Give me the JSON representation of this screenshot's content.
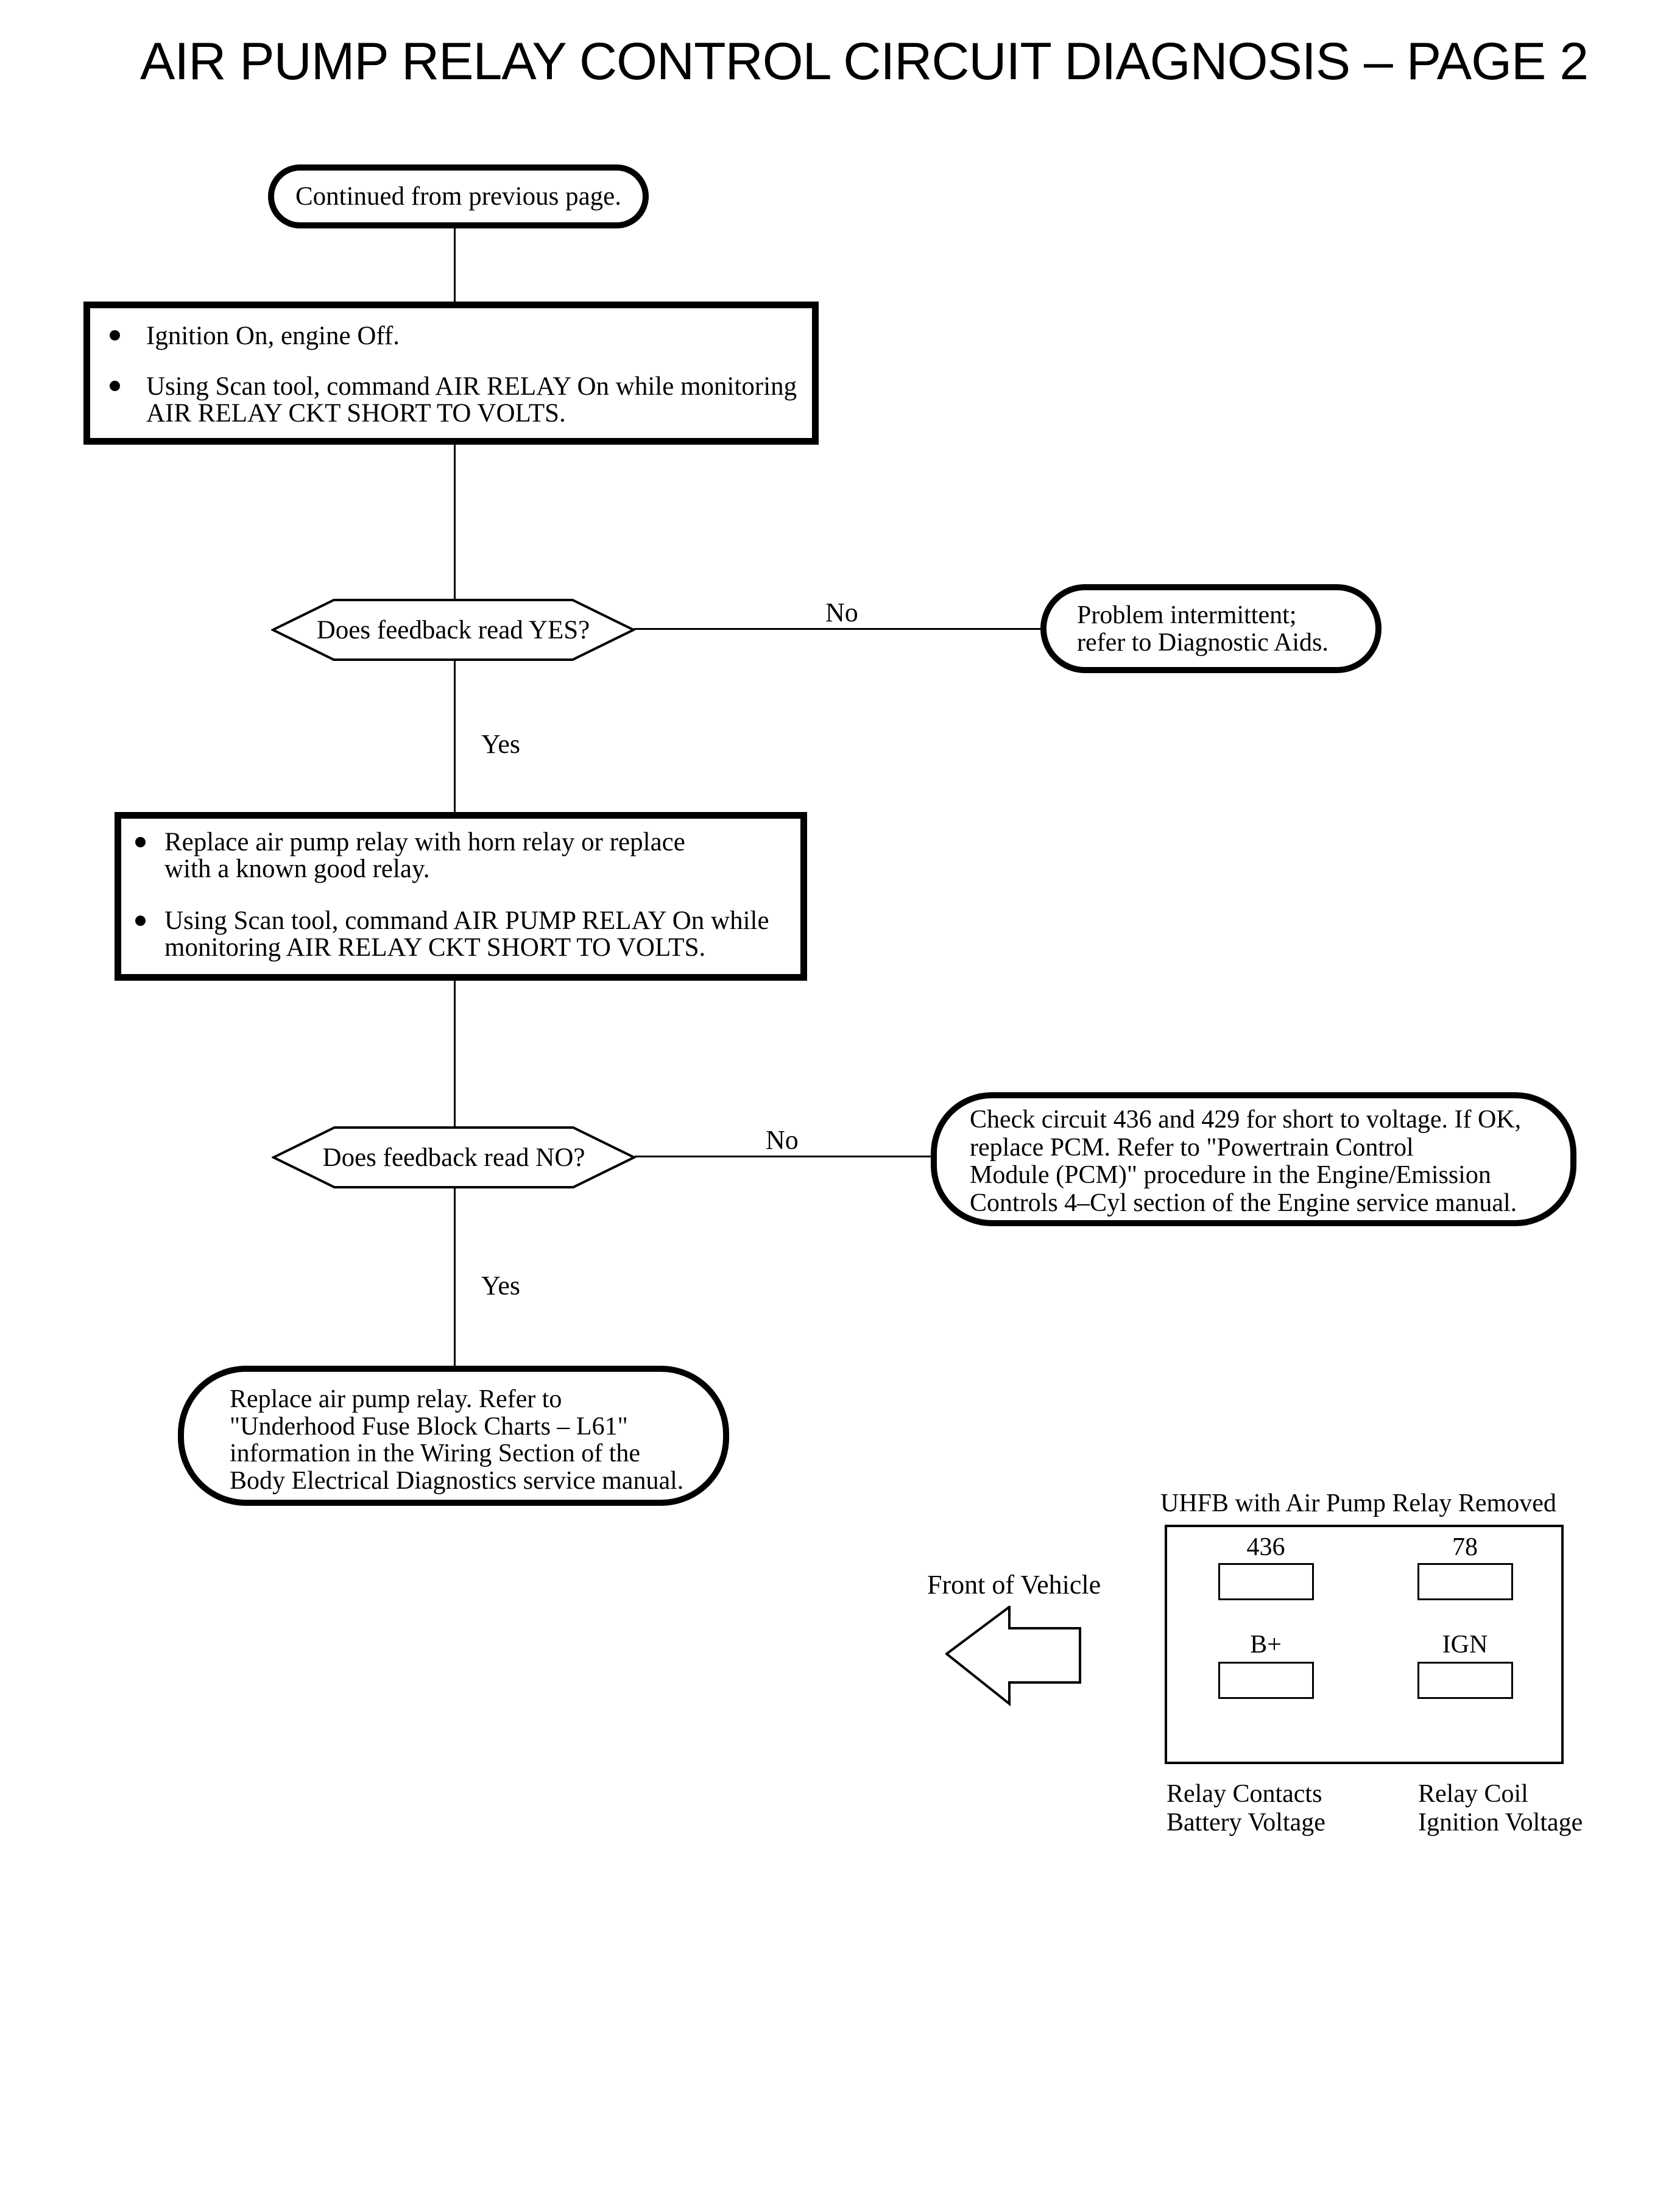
{
  "page": {
    "title": "AIR PUMP RELAY CONTROL CIRCUIT DIAGNOSIS – PAGE 2"
  },
  "flow": {
    "start": "Continued from previous page.",
    "step1": {
      "bullet1": "Ignition On, engine Off.",
      "bullet2_line1": "Using Scan tool, command AIR RELAY On while monitoring",
      "bullet2_line2": "AIR RELAY CKT SHORT TO VOLTS."
    },
    "decision1": "Does feedback read YES?",
    "decision1_no": "No",
    "decision1_yes": "Yes",
    "no1_result_line1": "Problem intermittent;",
    "no1_result_line2": "refer to Diagnostic Aids.",
    "step2": {
      "bullet1_line1": "Replace air pump relay with horn relay or replace",
      "bullet1_line2": "with a known good relay.",
      "bullet2_line1": "Using Scan tool, command AIR PUMP RELAY On while",
      "bullet2_line2": "monitoring AIR RELAY CKT SHORT TO VOLTS."
    },
    "decision2": "Does feedback read NO?",
    "decision2_no": "No",
    "decision2_yes": "Yes",
    "no2_result_line1": "Check circuit 436 and 429 for short to voltage. If OK,",
    "no2_result_line2": "replace PCM. Refer to \"Powertrain Control",
    "no2_result_line3": "Module (PCM)\" procedure in the Engine/Emission",
    "no2_result_line4": "Controls 4–Cyl section of the Engine service manual.",
    "yes2_result_line1": "Replace air pump relay. Refer to",
    "yes2_result_line2": "\"Underhood Fuse Block Charts – L61\"",
    "yes2_result_line3": "information in the Wiring Section of the",
    "yes2_result_line4": "Body Electrical Diagnostics service manual."
  },
  "inset": {
    "title": "UHFB with Air Pump Relay Removed",
    "front_of_vehicle": "Front of Vehicle",
    "pin_top_left": "436",
    "pin_top_right": "78",
    "pin_bottom_left": "B+",
    "pin_bottom_right": "IGN",
    "caption_left_line1": "Relay Contacts",
    "caption_left_line2": "Battery Voltage",
    "caption_right_line1": "Relay Coil",
    "caption_right_line2": "Ignition Voltage"
  },
  "colors": {
    "ink": "#000000",
    "paper": "#ffffff"
  }
}
